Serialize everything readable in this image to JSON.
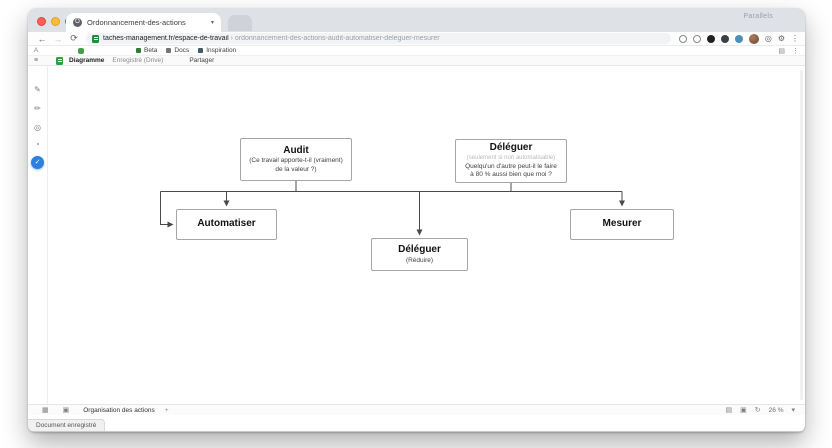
{
  "window": {
    "overlay_label": "Parallels"
  },
  "browser": {
    "tab_title": "Ordonnancement-des-actions",
    "tab_favicon_glyph": "O",
    "url_host": "taches-management.fr/espace-de-travail",
    "url_path": " › ordonnancement-des-actions-audit-automatiser-deleguer-mesurer"
  },
  "icons": {
    "back": "←",
    "forward": "→",
    "reload": "⟳",
    "eye": "◎",
    "gear": "⚙",
    "menu_dots": "⋮",
    "sidebar": "▤",
    "app_letter": "A",
    "hamburger": "≡",
    "pencil": "✎",
    "pen": "✏",
    "target": "◎",
    "badge_check": "✓",
    "grid": "▦",
    "pages": "▣",
    "plus": "+",
    "fit": "▤",
    "frame": "▣",
    "refresh": "↻",
    "caret_down": "▾",
    "tab_caret": "▾"
  },
  "bookmarks": {
    "items": [
      {
        "label": "Beta"
      },
      {
        "label": "Docs"
      },
      {
        "label": "Inspiration"
      }
    ]
  },
  "app_header": {
    "title": "Diagramme",
    "status": "Enregistré (Drive)",
    "share": "Partager"
  },
  "diagram": {
    "nodes": [
      {
        "title": "Audit",
        "sub1": "(Ce travail apporte-t-il (vraiment)",
        "sub2": "de la valeur ?)"
      },
      {
        "title": "Déléguer",
        "sub0": "(seulement si non automatisable)",
        "sub1": "Quelqu'un d'autre peut-il le faire",
        "sub2": "à 80 % aussi bien que moi ?"
      },
      {
        "title": "Automatiser"
      },
      {
        "title": "Déléguer",
        "sub1": "(Réduire)"
      },
      {
        "title": "Mesurer"
      }
    ]
  },
  "footer": {
    "page_tab": "Organisation des actions",
    "zoom": "26 %"
  },
  "status_bubble": {
    "text": "Document enregistré"
  }
}
